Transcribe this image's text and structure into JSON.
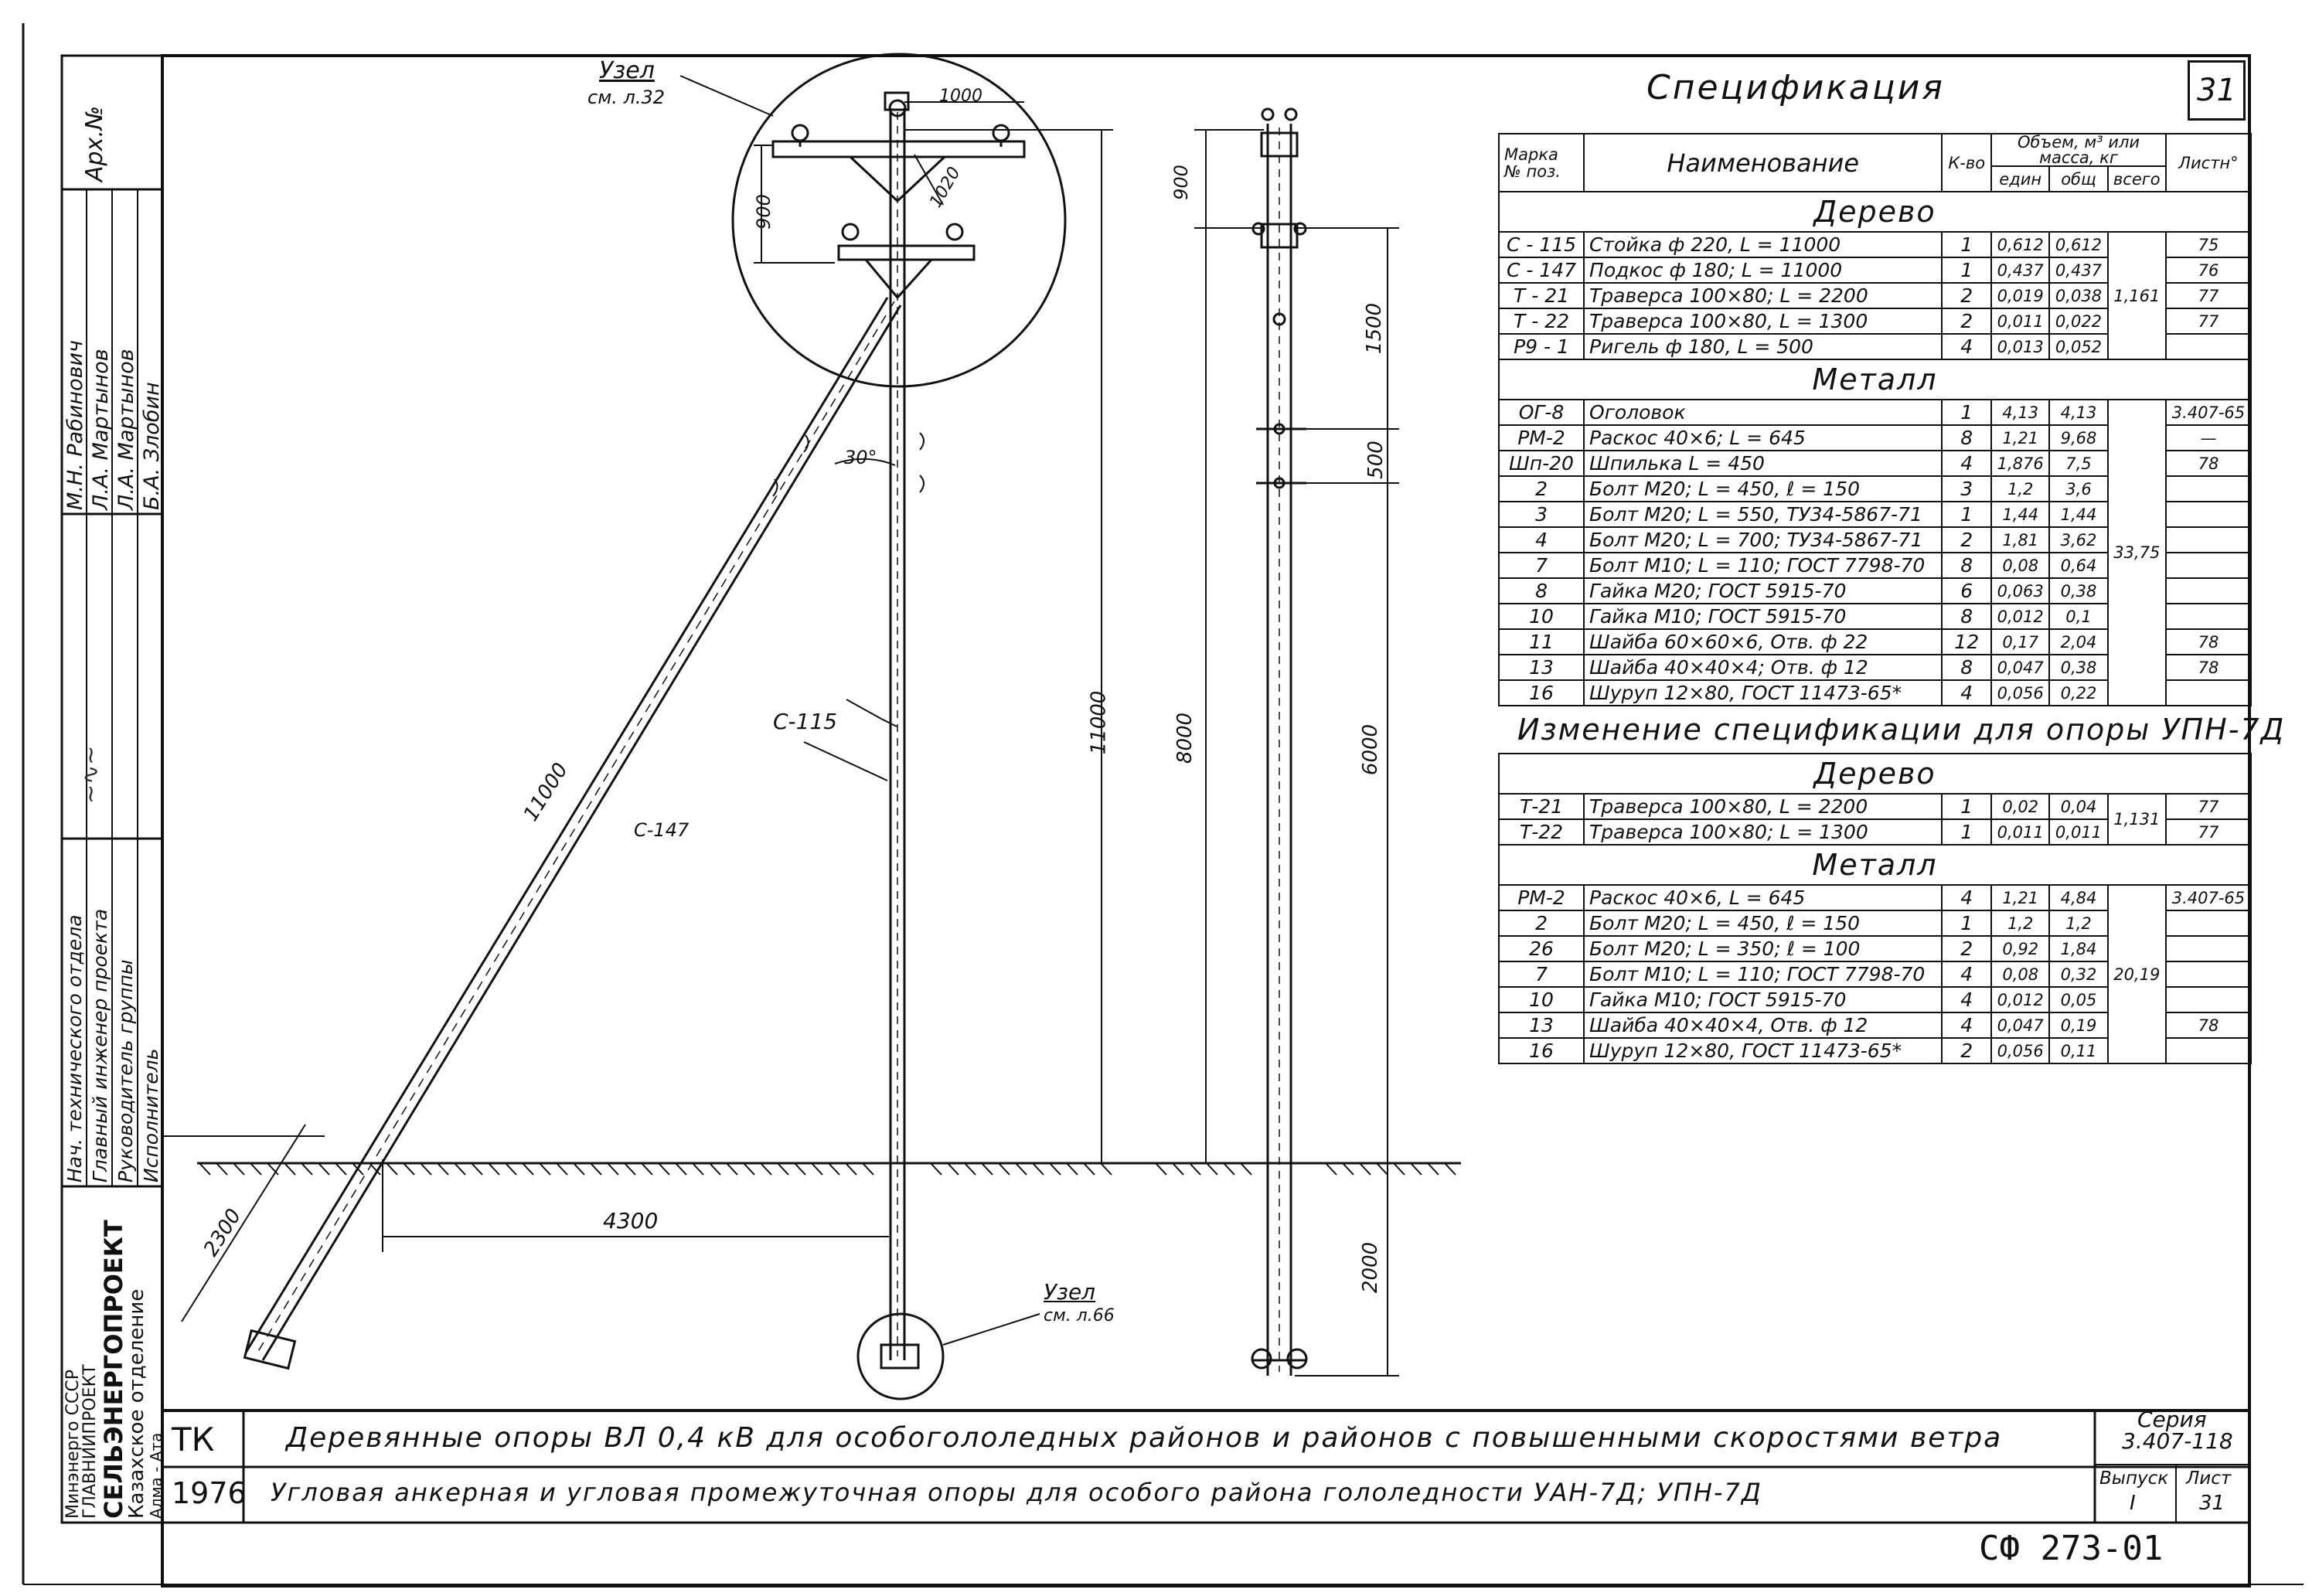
{
  "sheet_number": "31",
  "stamp": {
    "arch_no_label": "Арх.№",
    "signers": [
      "М.Н. Рабинович",
      "Л.А. Мартынов",
      "Л.А. Мартынов",
      "Б.А. Злобин"
    ],
    "roles": [
      "Нач. технического отдела",
      "Главный инженер проекта",
      "Руководитель группы",
      "Исполнитель"
    ],
    "org_line1": "Минэнерго СССР",
    "org_line2": "ГЛАВНИИПРОЕКТ",
    "org_line3": "СЕЛЬЭНЕРГОПРОЕКТ",
    "org_line4": "Казахское отделение",
    "org_line5": "Алма - Ата"
  },
  "drawing": {
    "node_top_label": "Узел",
    "node_top_ref": "см. л.32",
    "node_bottom_label": "Узел",
    "node_bottom_ref": "см. л.66",
    "dim_1000": "1000",
    "dim_900_left": "900",
    "dim_1020": "1020",
    "angle": "30°",
    "brace_length": "11000",
    "brace_label": "С-147",
    "post_label": "С-115",
    "dim_11000": "11000",
    "dim_2300": "2300",
    "dim_4300": "4300",
    "side_dim_900": "900",
    "side_dim_8000": "8000",
    "side_dim_1500": "1500",
    "side_dim_500": "500",
    "side_dim_6000": "6000",
    "side_dim_2000": "2000"
  },
  "spec": {
    "title": "Спецификация",
    "headers": {
      "mark": "Марка № поз.",
      "name": "Наименование",
      "qty": "К-во",
      "volume": "Объем, м³ или масса, кг",
      "unit": "един",
      "total": "общ",
      "all": "всего",
      "sheet": "Листн°"
    },
    "section_wood": "Дерево",
    "section_metal": "Металл",
    "wood_rows": [
      {
        "mark": "С - 115",
        "name": "Стойка ф 220,",
        "len": "L = 11000",
        "qty": "1",
        "unit": "0,612",
        "total": "0,612",
        "sheet": "75"
      },
      {
        "mark": "С - 147",
        "name": "Подкос ф 180;",
        "len": "L = 11000",
        "qty": "1",
        "unit": "0,437",
        "total": "0,437",
        "sheet": "76"
      },
      {
        "mark": "Т - 21",
        "name": "Траверса 100×80;",
        "len": "L = 2200",
        "qty": "2",
        "unit": "0,019",
        "total": "0,038",
        "sheet": "77"
      },
      {
        "mark": "Т - 22",
        "name": "Траверса 100×80,",
        "len": "L = 1300",
        "qty": "2",
        "unit": "0,011",
        "total": "0,022",
        "sheet": "77"
      },
      {
        "mark": "Р9 - 1",
        "name": "Ригель ф 180,",
        "len": "L = 500",
        "qty": "4",
        "unit": "0,013",
        "total": "0,052",
        "sheet": ""
      }
    ],
    "wood_all": "1,161",
    "metal_rows": [
      {
        "mark": "ОГ-8",
        "name": "Оголовок",
        "qty": "1",
        "unit": "4,13",
        "total": "4,13",
        "sheet": "3.407-65"
      },
      {
        "mark": "РМ-2",
        "name": "Раскос 40×6;  L = 645",
        "qty": "8",
        "unit": "1,21",
        "total": "9,68",
        "sheet": "—"
      },
      {
        "mark": "Шп-20",
        "name": "Шпилька  L = 450",
        "qty": "4",
        "unit": "1,876",
        "total": "7,5",
        "sheet": "78"
      },
      {
        "mark": "2",
        "name": "Болт М20; L = 450, ℓ = 150",
        "qty": "3",
        "unit": "1,2",
        "total": "3,6",
        "sheet": ""
      },
      {
        "mark": "3",
        "name": "Болт М20; L = 550, ТУ34-5867-71",
        "qty": "1",
        "unit": "1,44",
        "total": "1,44",
        "sheet": ""
      },
      {
        "mark": "4",
        "name": "Болт М20; L = 700; ТУ34-5867-71",
        "qty": "2",
        "unit": "1,81",
        "total": "3,62",
        "sheet": ""
      },
      {
        "mark": "7",
        "name": "Болт М10; L = 110; ГОСТ 7798-70",
        "qty": "8",
        "unit": "0,08",
        "total": "0,64",
        "sheet": ""
      },
      {
        "mark": "8",
        "name": "Гайка М20; ГОСТ 5915-70",
        "qty": "6",
        "unit": "0,063",
        "total": "0,38",
        "sheet": ""
      },
      {
        "mark": "10",
        "name": "Гайка М10; ГОСТ 5915-70",
        "qty": "8",
        "unit": "0,012",
        "total": "0,1",
        "sheet": ""
      },
      {
        "mark": "11",
        "name": "Шайба 60×60×6, Отв. ф 22",
        "qty": "12",
        "unit": "0,17",
        "total": "2,04",
        "sheet": "78"
      },
      {
        "mark": "13",
        "name": "Шайба 40×40×4; Отв. ф 12",
        "qty": "8",
        "unit": "0,047",
        "total": "0,38",
        "sheet": "78"
      },
      {
        "mark": "16",
        "name": "Шуруп 12×80, ГОСТ 11473-65*",
        "qty": "4",
        "unit": "0,056",
        "total": "0,22",
        "sheet": ""
      }
    ],
    "metal_all": "33,75",
    "change_title": "Изменение спецификации для опоры УПН-7Д",
    "change_wood_rows": [
      {
        "mark": "Т-21",
        "name": "Траверса  100×80,",
        "len": "L = 2200",
        "qty": "1",
        "unit": "0,02",
        "total": "0,04",
        "sheet": "77"
      },
      {
        "mark": "Т-22",
        "name": "Траверса  100×80;",
        "len": "L = 1300",
        "qty": "1",
        "unit": "0,011",
        "total": "0,011",
        "sheet": "77"
      }
    ],
    "change_wood_all": "1,131",
    "change_metal_rows": [
      {
        "mark": "РМ-2",
        "name": "Раскос 40×6,   L = 645",
        "qty": "4",
        "unit": "1,21",
        "total": "4,84",
        "sheet": "3.407-65"
      },
      {
        "mark": "2",
        "name": "Болт М20; L = 450, ℓ = 150",
        "qty": "1",
        "unit": "1,2",
        "total": "1,2",
        "sheet": ""
      },
      {
        "mark": "26",
        "name": "Болт М20; L = 350; ℓ = 100",
        "qty": "2",
        "unit": "0,92",
        "total": "1,84",
        "sheet": ""
      },
      {
        "mark": "7",
        "name": "Болт М10; L = 110; ГОСТ 7798-70",
        "qty": "4",
        "unit": "0,08",
        "total": "0,32",
        "sheet": ""
      },
      {
        "mark": "10",
        "name": "Гайка М10; ГОСТ 5915-70",
        "qty": "4",
        "unit": "0,012",
        "total": "0,05",
        "sheet": ""
      },
      {
        "mark": "13",
        "name": "Шайба 40×40×4, Отв. ф 12",
        "qty": "4",
        "unit": "0,047",
        "total": "0,19",
        "sheet": "78"
      },
      {
        "mark": "16",
        "name": "Шуруп 12×80, ГОСТ 11473-65*",
        "qty": "2",
        "unit": "0,056",
        "total": "0,11",
        "sheet": ""
      }
    ],
    "change_metal_all": "20,19"
  },
  "title_block": {
    "tk": "ТК",
    "year": "1976",
    "line1": "Деревянные опоры ВЛ 0,4 кВ для особогололедных районов и районов с повышенными скоростями ветра",
    "line2": "Угловая анкерная и угловая промежуточная опоры для особого района гололедности УАН-7Д;  УПН-7Д",
    "series_label": "Серия",
    "series_value": "3.407-118",
    "issue_label": "Выпуск",
    "issue_value": "I",
    "sheet_label": "Лист",
    "sheet_value": "31"
  },
  "footer_code": "СФ 273-01"
}
